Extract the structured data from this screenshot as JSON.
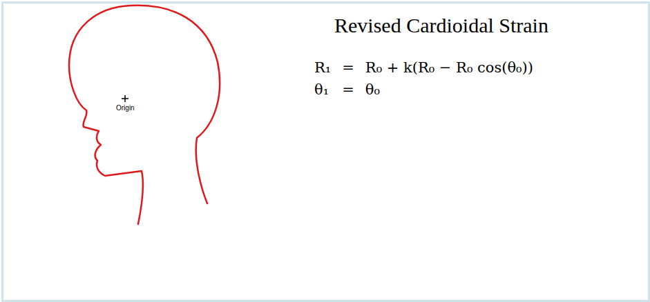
{
  "diagram": {
    "title": "Revised Cardioidal Strain",
    "labels": [
      "Origin",
      "R₁",
      "=",
      "R₀ + k(R₀ − R₀ cos(θ₀))",
      "θ₁",
      "=",
      "θ₀"
    ]
  }
}
